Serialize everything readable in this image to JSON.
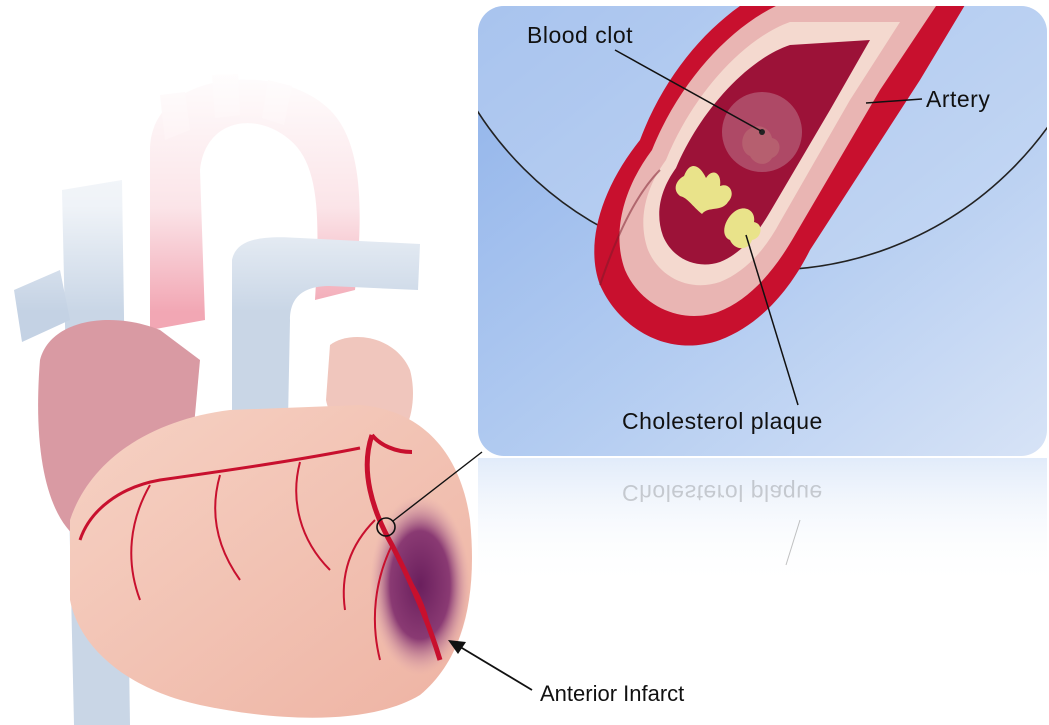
{
  "figure": {
    "labels": {
      "blood_clot": "Blood clot",
      "artery": "Artery",
      "cholesterol_plaque": "Cholesterol plaque",
      "anterior_infarct": "Anterior Infarct"
    },
    "colors": {
      "inset_background": "#a9c6ee",
      "artery_wall": "#c8102e",
      "artery_lumen": "#9c1238",
      "plaque": "#e9e38a",
      "heart_tissue": "#f3c4b2",
      "infarct": "#7a2a6a",
      "vessel_blue": "#c9d6e6"
    }
  }
}
